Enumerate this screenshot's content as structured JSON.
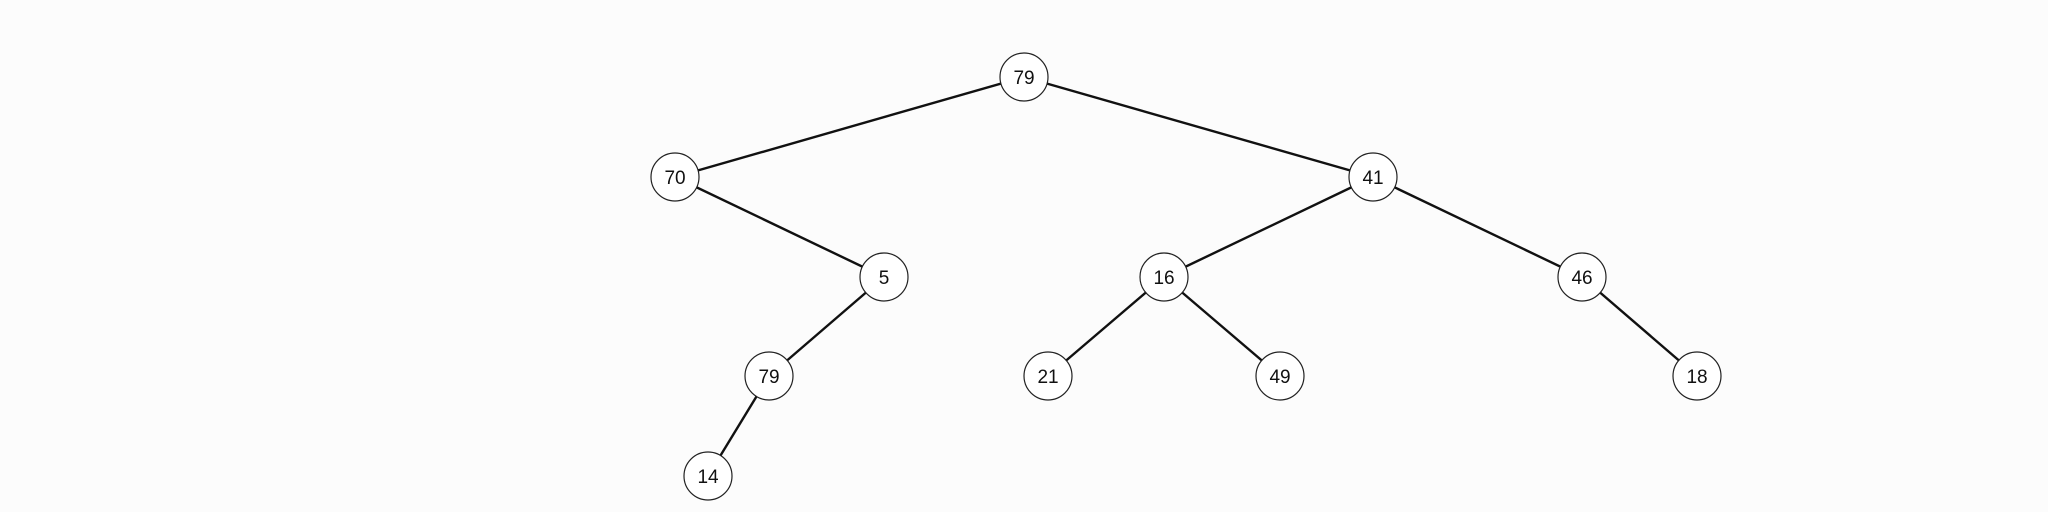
{
  "tree": {
    "nodes": [
      {
        "id": "n0",
        "value": "79"
      },
      {
        "id": "n1",
        "value": "70"
      },
      {
        "id": "n2",
        "value": "41"
      },
      {
        "id": "n3",
        "value": "5"
      },
      {
        "id": "n4",
        "value": "16"
      },
      {
        "id": "n5",
        "value": "46"
      },
      {
        "id": "n6",
        "value": "79"
      },
      {
        "id": "n7",
        "value": "21"
      },
      {
        "id": "n8",
        "value": "49"
      },
      {
        "id": "n9",
        "value": "18"
      },
      {
        "id": "n10",
        "value": "14"
      }
    ],
    "edges": [
      {
        "from": "n0",
        "to": "n1"
      },
      {
        "from": "n0",
        "to": "n2"
      },
      {
        "from": "n1",
        "to": "n3"
      },
      {
        "from": "n2",
        "to": "n4"
      },
      {
        "from": "n2",
        "to": "n5"
      },
      {
        "from": "n3",
        "to": "n6"
      },
      {
        "from": "n4",
        "to": "n7"
      },
      {
        "from": "n4",
        "to": "n8"
      },
      {
        "from": "n5",
        "to": "n9"
      },
      {
        "from": "n6",
        "to": "n10"
      }
    ]
  }
}
